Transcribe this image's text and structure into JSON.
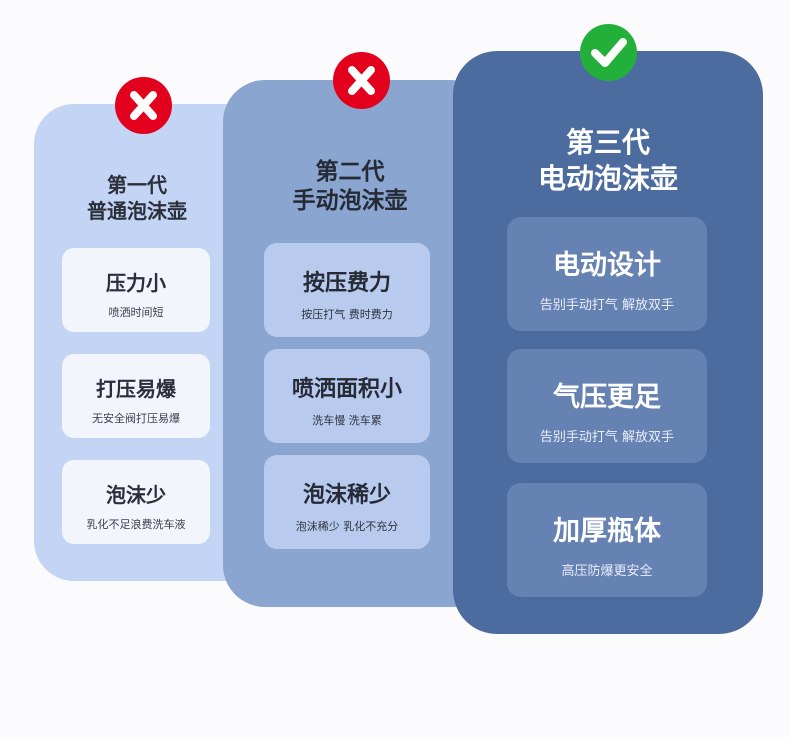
{
  "colors": {
    "cross_badge": "#e3001c",
    "check_badge": "#23b03a",
    "panel_gen1": "#c3d4f4",
    "panel_gen2": "#8aa5d0",
    "panel_gen3": "#4c6ca0"
  },
  "icons": {
    "gen1_badge": "cross-icon",
    "gen2_badge": "cross-icon",
    "gen3_badge": "check-icon"
  },
  "gen1": {
    "title_line1": "第一代",
    "title_line2": "普通泡沫壶",
    "cards": [
      {
        "heading": "压力小",
        "sub": "喷洒时间短"
      },
      {
        "heading": "打压易爆",
        "sub": "无安全阀打压易爆"
      },
      {
        "heading": "泡沫少",
        "sub": "乳化不足浪费洗车液"
      }
    ]
  },
  "gen2": {
    "title_line1": "第二代",
    "title_line2": "手动泡沫壶",
    "cards": [
      {
        "heading": "按压费力",
        "sub": "按压打气 费时费力"
      },
      {
        "heading": "喷洒面积小",
        "sub": "洗车慢 洗车累"
      },
      {
        "heading": "泡沫稀少",
        "sub": "泡沫稀少 乳化不充分"
      }
    ]
  },
  "gen3": {
    "title_line1": "第三代",
    "title_line2": "电动泡沫壶",
    "cards": [
      {
        "heading": "电动设计",
        "sub": "告别手动打气 解放双手"
      },
      {
        "heading": "气压更足",
        "sub": "告别手动打气 解放双手"
      },
      {
        "heading": "加厚瓶体",
        "sub": "高压防爆更安全"
      }
    ]
  }
}
